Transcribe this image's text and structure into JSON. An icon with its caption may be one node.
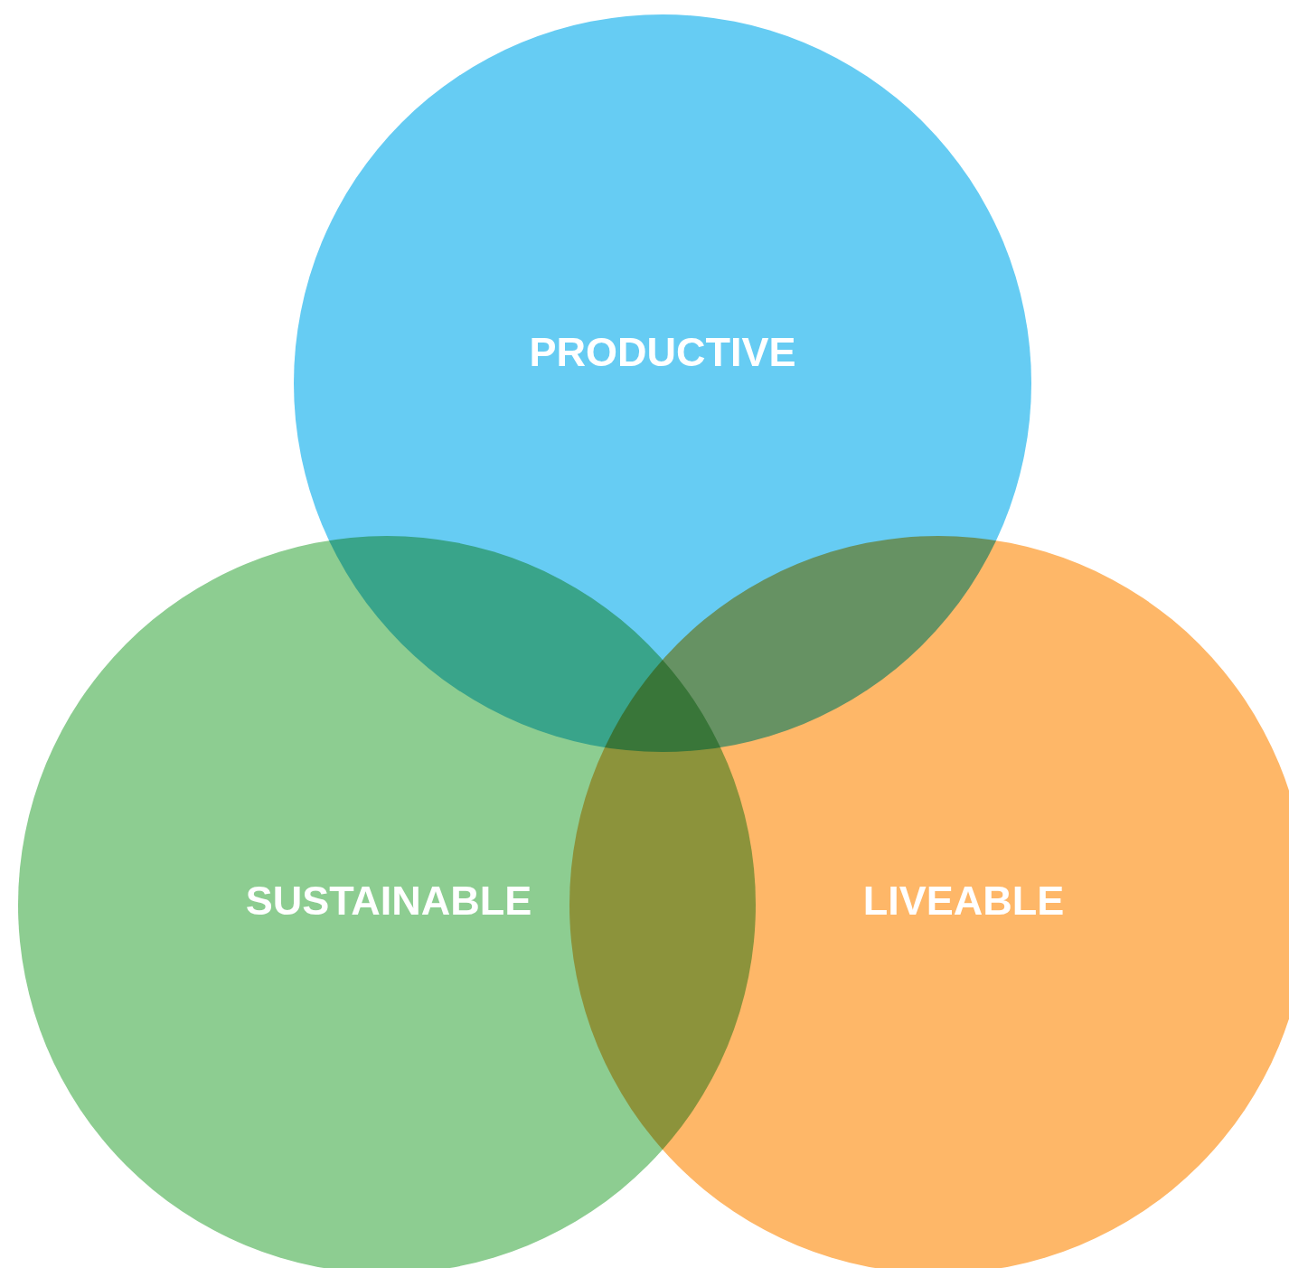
{
  "diagram": {
    "nodes": [
      {
        "text": [
          "PRODUCTIVE"
        ]
      },
      {
        "text": [
          "SUSTAINABLE"
        ]
      },
      {
        "text": [
          "LIVEABLE"
        ]
      }
    ]
  }
}
